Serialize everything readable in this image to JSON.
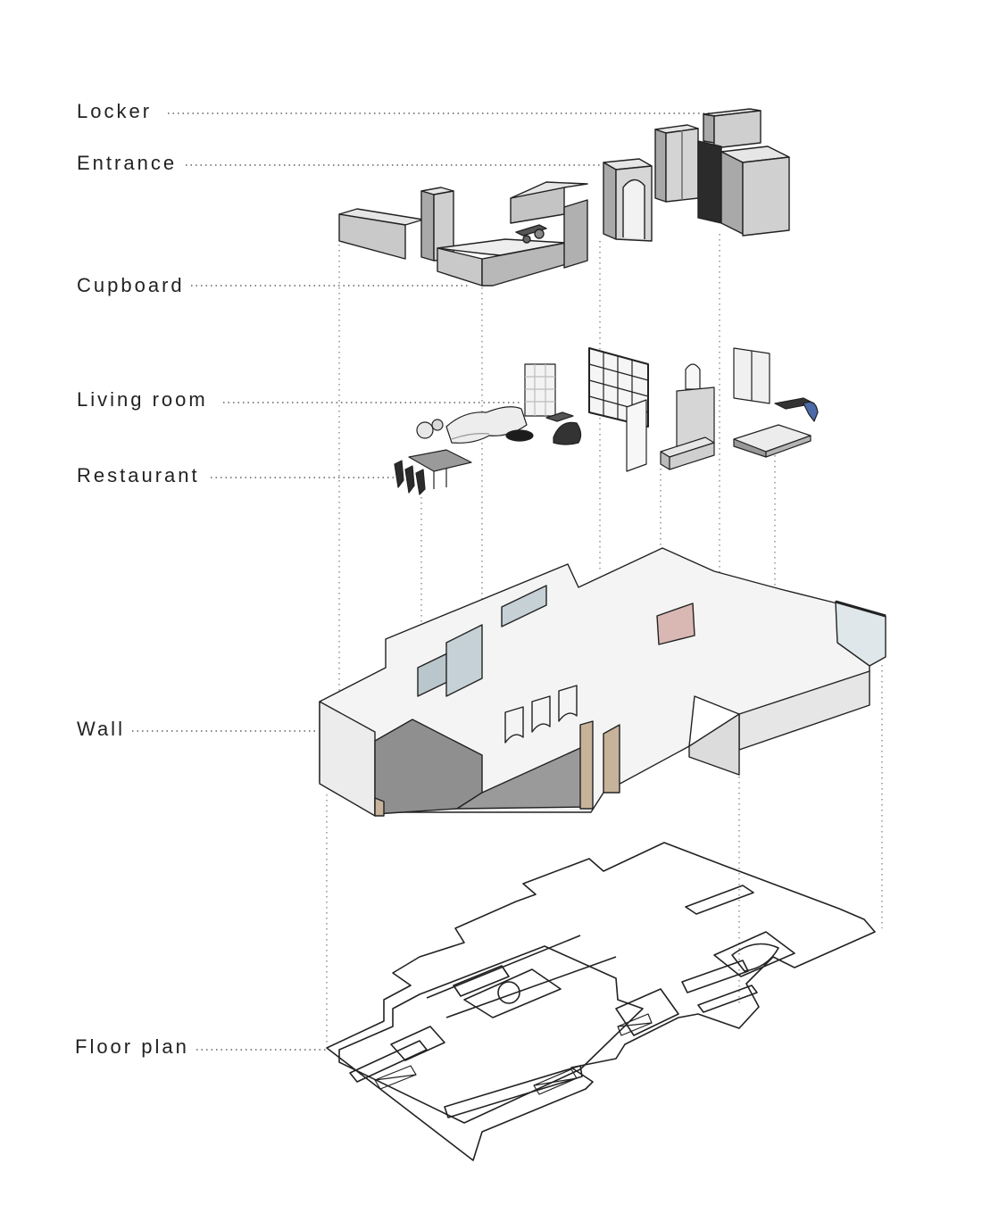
{
  "labels": {
    "locker": "Locker",
    "entrance": "Entrance",
    "cupboard": "Cupboard",
    "living_room": "Living room",
    "restaurant": "Restaurant",
    "wall": "Wall",
    "floor_plan": "Floor plan"
  },
  "colors": {
    "ink": "#222222",
    "leader": "#888888",
    "cabinet_top": "#e6e6e6",
    "cabinet_front": "#c9c9c9",
    "cabinet_side": "#a9a9a9",
    "wall_white": "#f4f4f4",
    "wall_shade": "#d9d9d9",
    "floor_grey": "#8f8f8f",
    "wood": "#c7b29a",
    "accent_blue": "#4a6aa8"
  }
}
